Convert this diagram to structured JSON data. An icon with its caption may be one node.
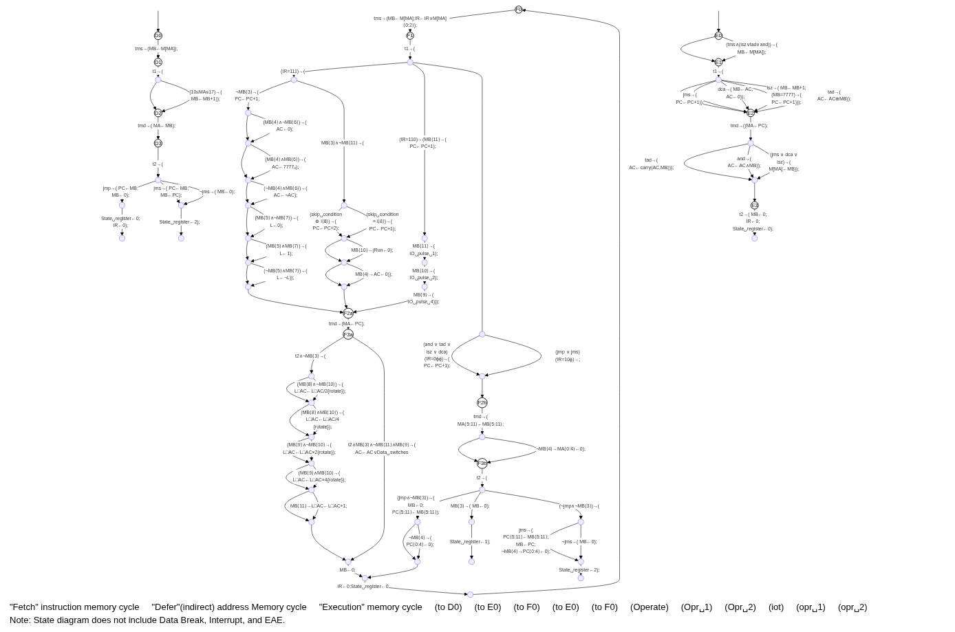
{
  "diagram": {
    "nodes": [
      {
        "text": [
          "F0"
        ]
      },
      {
        "text": [
          "F1"
        ]
      },
      {
        "text": [],
        "shape": "circle"
      },
      {
        "text": [],
        "shape": "circle"
      },
      {
        "text": [],
        "shape": "circle"
      },
      {
        "text": [],
        "shape": "circle"
      },
      {
        "text": [],
        "shape": "circle"
      },
      {
        "text": [],
        "shape": "circle"
      },
      {
        "text": [],
        "shape": "circle"
      },
      {
        "text": [],
        "shape": "circle"
      },
      {
        "text": [],
        "shape": "circle"
      },
      {
        "text": [],
        "shape": "circle"
      },
      {
        "text": [],
        "shape": "circle"
      },
      {
        "text": [],
        "shape": "circle"
      },
      {
        "text": [],
        "shape": "circle"
      },
      {
        "text": [],
        "shape": "circle"
      },
      {
        "text": [],
        "shape": "circle"
      },
      {
        "text": [],
        "shape": "circle"
      },
      {
        "text": [],
        "shape": "circle"
      },
      {
        "text": [],
        "shape": "circle"
      },
      {
        "text": [
          "F2a"
        ]
      },
      {
        "text": [
          "F2b"
        ]
      },
      {
        "text": [],
        "shape": "circle"
      },
      {
        "text": [
          "F3a"
        ]
      },
      {
        "text": [
          "F3b"
        ]
      },
      {
        "text": [],
        "shape": "circle"
      },
      {
        "text": [],
        "shape": "circle"
      },
      {
        "text": [],
        "shape": "circle"
      },
      {
        "text": [],
        "shape": "circle"
      },
      {
        "text": [],
        "shape": "circle"
      },
      {
        "text": [],
        "shape": "circle"
      },
      {
        "text": [],
        "shape": "circle"
      },
      {
        "text": [],
        "shape": "circle"
      },
      {
        "text": [],
        "shape": "circle"
      },
      {
        "text": [],
        "shape": "circle"
      },
      {
        "text": [],
        "shape": "circle"
      },
      {
        "text": [],
        "shape": "circle"
      },
      {
        "text": [],
        "shape": "circle"
      },
      {
        "text": [],
        "shape": "circle"
      },
      {
        "text": [],
        "shape": "circle"
      },
      {
        "text": [],
        "shape": "circle"
      },
      {
        "text": [],
        "shape": "circle"
      },
      {
        "text": [
          "D0"
        ]
      },
      {
        "text": [
          "D1"
        ]
      },
      {
        "text": [],
        "shape": "circle"
      },
      {
        "text": [
          "D2"
        ]
      },
      {
        "text": [
          "D3"
        ]
      },
      {
        "text": [],
        "shape": "circle"
      },
      {
        "text": [],
        "shape": "circle"
      },
      {
        "text": [],
        "shape": "circle"
      },
      {
        "text": [],
        "shape": "circle"
      },
      {
        "text": [],
        "shape": "circle"
      },
      {
        "text": [
          "E0"
        ]
      },
      {
        "text": [
          "E1"
        ]
      },
      {
        "text": [],
        "shape": "circle"
      },
      {
        "text": [
          "E2"
        ]
      },
      {
        "text": [],
        "shape": "circle"
      },
      {
        "text": [],
        "shape": "circle"
      },
      {
        "text": [
          "E3"
        ]
      },
      {
        "text": [],
        "shape": "circle"
      }
    ],
    "edges": [
      {
        "from": 33,
        "to": 0,
        "arrow": "to"
      },
      {
        "from": 0,
        "to": 1,
        "arrow": "to",
        "label": "tms→(MB←M[MA];IR←IR∨M[MA]⟨0:2⟩);"
      },
      {
        "from": 1,
        "to": 2,
        "arrow": "to",
        "label": "t1→("
      },
      {
        "from": 2,
        "to": 3,
        "arrow": "to",
        "label": "(IR=111)→("
      },
      {
        "from": 3,
        "to": 4,
        "arrow": "to",
        "label": "¬MB⟨3⟩→( PC←PC+1;"
      },
      {
        "from": 4,
        "to": 5,
        "arrow": "to"
      },
      {
        "from": 4,
        "to": 5,
        "arrow": "to",
        "label": "(MB⟨4⟩∧¬MB⟨6⟩)→( AC←0);"
      },
      {
        "from": 5,
        "to": 6,
        "arrow": "to"
      },
      {
        "from": 5,
        "to": 6,
        "arrow": "to",
        "label": "(MB⟨4⟩∧MB⟨6⟩)→( AC←7777₈);"
      },
      {
        "from": 6,
        "to": 7,
        "arrow": "to"
      },
      {
        "from": 6,
        "to": 7,
        "arrow": "to",
        "label": "(¬MB⟨4⟩∧MB⟨6⟩)→( AC←¬AC);"
      },
      {
        "from": 7,
        "to": 8,
        "arrow": "to"
      },
      {
        "from": 7,
        "to": 8,
        "arrow": "to",
        "label": "(MB⟨5⟩∧¬MB⟨7⟩)→( L←0);"
      },
      {
        "from": 8,
        "to": 9,
        "arrow": "to"
      },
      {
        "from": 8,
        "to": 9,
        "arrow": "to",
        "label": "(MB⟨5⟩∧MB⟨7⟩)→( L←1);"
      },
      {
        "from": 9,
        "to": 10,
        "arrow": "to"
      },
      {
        "from": 9,
        "to": 10,
        "arrow": "to",
        "label": "(¬MB⟨5⟩∧MB⟨7⟩)→( L←¬L));"
      },
      {
        "from": 10,
        "to": 20,
        "arrow": "to"
      },
      {
        "from": 3,
        "to": 11,
        "arrow": "to",
        "label": "MB⟨3⟩∧¬MB⟨11⟩→("
      },
      {
        "from": 11,
        "to": 12,
        "arrow": "to",
        "label": "(skip␣condition ⊕ i⟨8⟩)→( PC←PC+2);"
      },
      {
        "from": 11,
        "to": 12,
        "arrow": "to",
        "label": "(skip␣condition ≡ i⟨8⟩)→( PC←PC+1);"
      },
      {
        "from": 12,
        "to": 13,
        "arrow": "to"
      },
      {
        "from": 12,
        "to": 13,
        "arrow": "to",
        "label": "MB⟨10⟩→(Run←0);"
      },
      {
        "from": 13,
        "to": 14,
        "arrow": "to"
      },
      {
        "from": 13,
        "to": 14,
        "arrow": "to",
        "label": "MB⟨4⟩→AC←0));"
      },
      {
        "from": 14,
        "to": 20,
        "arrow": "to"
      },
      {
        "from": 2,
        "to": 15,
        "arrow": "to",
        "label": "(IR=110)→(MB⟨11⟩→( PC←PC+1);"
      },
      {
        "from": 15,
        "to": 16,
        "arrow": "to",
        "label": "MB⟨11⟩→( IO␣pulse␣1);"
      },
      {
        "from": 16,
        "to": 17,
        "arrow": "to",
        "label": "MB⟨10⟩→( IO␣pulse␣2);"
      },
      {
        "from": 17,
        "to": 20,
        "arrow": "to",
        "label": "MB⟨9⟩→( IO␣pulse␣4)));"
      },
      {
        "from": 2,
        "to": 18,
        "arrow": "none"
      },
      {
        "from": 18,
        "to": 19,
        "arrow": "to",
        "label": "(and ∨ tad ∨ isz ∨ dca) (IR=0ϕϕ)→( PC←PC+1);"
      },
      {
        "from": 18,
        "to": 19,
        "arrow": "to",
        "label": "(jmp ∨ jms) (IR=10ϕ)→;"
      },
      {
        "from": 19,
        "to": 21,
        "arrow": "to"
      },
      {
        "from": 20,
        "to": 23,
        "arrow": "to",
        "label": "tmd→(MA←PC);"
      },
      {
        "from": 21,
        "to": 22,
        "arrow": "to",
        "label": "tmd→( MA⟨5:11⟩←MB⟨5:11⟩;"
      },
      {
        "from": 22,
        "to": 24,
        "arrow": "to"
      },
      {
        "from": 22,
        "to": 24,
        "arrow": "to",
        "label": "¬MB⟨4⟩→MA⟨0:4⟩←0);"
      },
      {
        "from": 23,
        "to": 25,
        "arrow": "to",
        "label": "t2∧¬MB⟨3⟩→("
      },
      {
        "from": 25,
        "to": 26,
        "arrow": "to"
      },
      {
        "from": 25,
        "to": 26,
        "arrow": "to",
        "label": "(MB⟨8⟩∧¬MB⟨10⟩)→( L□AC←L□AC/2{rotate});"
      },
      {
        "from": 26,
        "to": 27,
        "arrow": "to"
      },
      {
        "from": 26,
        "to": 27,
        "arrow": "to",
        "label": "(MB⟨8⟩∧MB⟨10⟩)→( L□AC←L□AC/4 {rotate});"
      },
      {
        "from": 27,
        "to": 28,
        "arrow": "to"
      },
      {
        "from": 27,
        "to": 28,
        "arrow": "to",
        "label": "(MB⟨9⟩∧¬MB⟨10⟩→( L□AC←L□AC×2{rotate});"
      },
      {
        "from": 28,
        "to": 29,
        "arrow": "to"
      },
      {
        "from": 28,
        "to": 29,
        "arrow": "to",
        "label": "(MB⟨9⟩∧MB⟨10⟩→( L□AC←L□AC×4{rotate});"
      },
      {
        "from": 29,
        "to": 30,
        "arrow": "to"
      },
      {
        "from": 29,
        "to": 30,
        "arrow": "to",
        "label": "MB⟨11⟩→L□AC←L□AC+1;"
      },
      {
        "from": 30,
        "to": 31,
        "arrow": "to"
      },
      {
        "from": 23,
        "to": 31,
        "arrow": "to",
        "label": "t2∧MB⟨3⟩∧¬MB⟨11⟩∧MB⟨9⟩→( AC←AC∨Data␣switches"
      },
      {
        "from": 31,
        "to": 32,
        "arrow": "to",
        "label": "MB←0;"
      },
      {
        "from": 32,
        "to": 33,
        "arrow": "to",
        "label": "IR←0;State␣register←0"
      },
      {
        "from": 24,
        "to": 34,
        "arrow": "to",
        "label": "t2→("
      },
      {
        "from": 34,
        "to": 35,
        "arrow": "to",
        "label": "(jmp∧¬MB⟨3⟩)→( MB←0; PC⟨5:11⟩←MB⟨5:11⟩);"
      },
      {
        "from": 35,
        "to": 36,
        "arrow": "to"
      },
      {
        "from": 35,
        "to": 36,
        "arrow": "to",
        "label": "¬MB⟨4⟩→( PC⟨0:4⟩←0);"
      },
      {
        "from": 36,
        "to": 32,
        "arrow": "to"
      },
      {
        "from": 34,
        "to": 38,
        "arrow": "to",
        "label": "MB⟨3⟩→( MB←0);"
      },
      {
        "from": 34,
        "to": 37,
        "arrow": "to",
        "label": "(¬jmp∧¬MB⟨3⟩)→("
      },
      {
        "from": 37,
        "to": 40,
        "arrow": "to",
        "label": "jms→( PC⟨5:11⟩←MB⟨5:11⟩; MB←PC; ¬MB⟨4⟩→PC⟨0:4⟩←0);"
      },
      {
        "from": 37,
        "to": 40,
        "arrow": "to",
        "label": "¬jms→( MB←0);"
      },
      {
        "from": 38,
        "to": 39,
        "arrow": "to",
        "label": "State␣register←1);"
      },
      {
        "from": 40,
        "to": 41,
        "arrow": "to",
        "label": "State␣register←2);"
      },
      {
        "from": null,
        "to": 42,
        "arrow": "to"
      },
      {
        "from": 42,
        "to": 43,
        "arrow": "to",
        "label": "tms→(MB←M[MA]);"
      },
      {
        "from": 43,
        "to": 44,
        "arrow": "to",
        "label": "t1→("
      },
      {
        "from": 44,
        "to": 45,
        "arrow": "to"
      },
      {
        "from": 44,
        "to": 45,
        "arrow": "to",
        "label": "(10≤MA≤17)→( MB←MB+1));"
      },
      {
        "from": 45,
        "to": 46,
        "arrow": "to",
        "label": "tmd→( MA←MB);"
      },
      {
        "from": 46,
        "to": 47,
        "arrow": "to",
        "label": "t2→("
      },
      {
        "from": 47,
        "to": 48,
        "arrow": "to",
        "label": "jmp→( PC←MB; MB←0);"
      },
      {
        "from": 47,
        "to": 50,
        "arrow": "to",
        "label": "jms→( PC←MB; MB←PC);"
      },
      {
        "from": 47,
        "to": 50,
        "arrow": "to",
        "label": "¬jms→( MB←0);"
      },
      {
        "from": 48,
        "to": 49,
        "arrow": "to",
        "label": "State␣register←0; IR←0);"
      },
      {
        "from": 50,
        "to": 51,
        "arrow": "to",
        "label": "State␣register←2);"
      },
      {
        "from": null,
        "to": 52,
        "arrow": "to"
      },
      {
        "from": 52,
        "to": 53,
        "arrow": "to"
      },
      {
        "from": 52,
        "to": 53,
        "arrow": "to",
        "label": "(tms∧(isz∨tad∨and))→( MB←M[MA]);"
      },
      {
        "from": 53,
        "to": 54,
        "arrow": "to",
        "label": "t1→("
      },
      {
        "from": 54,
        "to": 55,
        "arrow": "to"
      },
      {
        "from": 54,
        "to": 55,
        "arrow": "to",
        "label": "jms→( PC←PC+1));"
      },
      {
        "from": 54,
        "to": 55,
        "arrow": "to",
        "label": "dca→( MB←AC; AC←0));"
      },
      {
        "from": 54,
        "to": 55,
        "arrow": "to",
        "label": "isz→( MB←MB+1; (MB=7777)→( PC←PC+1)));"
      },
      {
        "from": 54,
        "to": 55,
        "arrow": "to",
        "label": "tad→( AC←AC⊕MB));"
      },
      {
        "from": 55,
        "to": 56,
        "arrow": "to",
        "label": "tmd→((MA←PC);"
      },
      {
        "from": 56,
        "to": 57,
        "arrow": "to",
        "label": "tad→( AC←carry(AC,MB)));"
      },
      {
        "from": 56,
        "to": 57,
        "arrow": "to",
        "label": "and→( AC←AC∧MB));"
      },
      {
        "from": 56,
        "to": 57,
        "arrow": "to",
        "label": "(jms ∨ dca ∨ isz)→( M[MA]←MB));"
      },
      {
        "from": 57,
        "to": 58,
        "arrow": "to"
      },
      {
        "from": 58,
        "to": 59,
        "arrow": "to",
        "label": "t2→( MB←0; IR←0; State␣register←0);"
      }
    ],
    "labels": [
      "\"Fetch\" instruction memory cycle",
      "\"Defer\"(indirect) address Memory cycle",
      "\"Execution\" memory cycle",
      "(to D0)",
      "(to E0)",
      "(to F0)",
      "(to E0)",
      "(to F0)",
      "(Operate)",
      "(Opr␣1)",
      "(Opr␣2)",
      "(iot)",
      "(opr␣1)",
      "(opr␣2)",
      "Note: State diagram does not include Data Break, Interrupt, and EAE."
    ]
  }
}
